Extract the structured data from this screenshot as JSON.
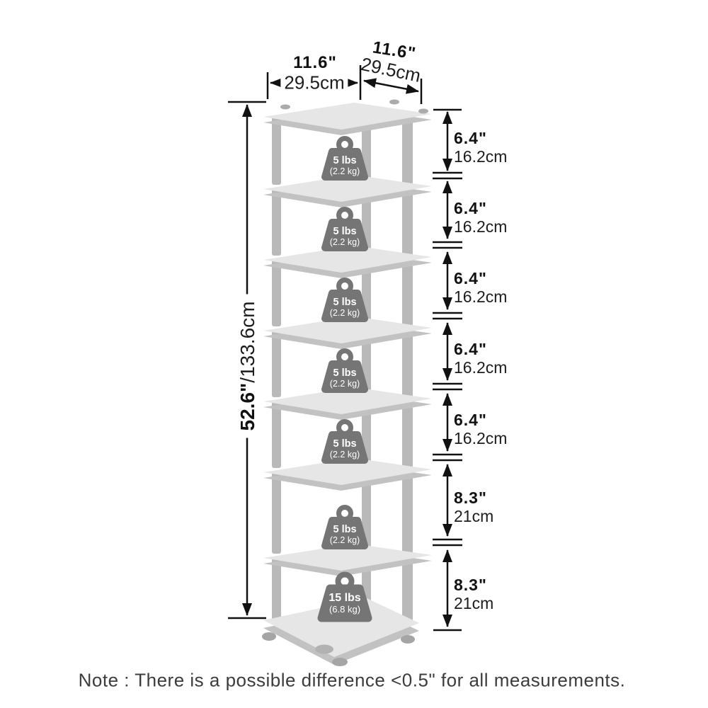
{
  "dimensions": {
    "width": {
      "inches": "11.6\"",
      "cm": "29.5cm"
    },
    "depth": {
      "inches": "11.6\"",
      "cm": "29.5cm"
    },
    "height": {
      "inches": "52.6\"",
      "separator": "/",
      "cm": "133.6cm"
    }
  },
  "tiers": [
    {
      "inches": "6.4\"",
      "cm": "16.2cm"
    },
    {
      "inches": "6.4\"",
      "cm": "16.2cm"
    },
    {
      "inches": "6.4\"",
      "cm": "16.2cm"
    },
    {
      "inches": "6.4\"",
      "cm": "16.2cm"
    },
    {
      "inches": "6.4\"",
      "cm": "16.2cm"
    },
    {
      "inches": "8.3\"",
      "cm": "21cm"
    },
    {
      "inches": "8.3\"",
      "cm": "21cm"
    }
  ],
  "weights": [
    {
      "lbs": "5 lbs",
      "kg": "(2.2 kg)"
    },
    {
      "lbs": "5 lbs",
      "kg": "(2.2 kg)"
    },
    {
      "lbs": "5 lbs",
      "kg": "(2.2 kg)"
    },
    {
      "lbs": "5 lbs",
      "kg": "(2.2 kg)"
    },
    {
      "lbs": "5 lbs",
      "kg": "(2.2 kg)"
    },
    {
      "lbs": "5 lbs",
      "kg": "(2.2 kg)"
    },
    {
      "lbs": "15 lbs",
      "kg": "(6.8 kg)"
    }
  ],
  "note": "Note : There is a possible difference <0.5\" for all measurements.",
  "colors": {
    "background": "#ffffff",
    "dimension_line": "#111111",
    "shelf_top": "#e6e6e6",
    "shelf_edge": "#c2c2c2",
    "post": "#b9b9b9",
    "weight": "#757575",
    "weight_text": "#ffffff",
    "note_text": "#3c3c3c"
  }
}
